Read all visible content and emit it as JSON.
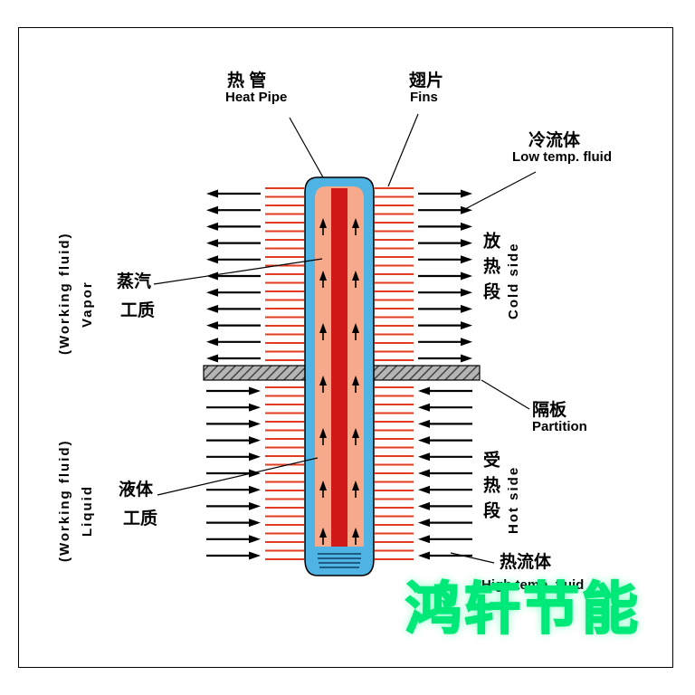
{
  "labels": {
    "heat_pipe": {
      "zh": "热 管",
      "en": "Heat Pipe"
    },
    "fins": {
      "zh": "翅片",
      "en": "Fins"
    },
    "cold_fluid": {
      "zh": "冷流体",
      "en": "Low temp. fluid"
    },
    "vapor": {
      "zh_line1": "蒸汽",
      "zh_line2": "工质",
      "en": "Vapor",
      "en_sub": "(Working fluid)"
    },
    "liquid": {
      "zh_line1": "液体",
      "zh_line2": "工质",
      "en": "Liquid",
      "en_sub": "(Working fluid)"
    },
    "cold_section": {
      "zh": "放热段",
      "en": "Cold side"
    },
    "hot_section": {
      "zh": "受热段",
      "en": "Hot side"
    },
    "partition": {
      "zh": "隔板",
      "en": "Partition"
    },
    "hot_fluid": {
      "zh": "热流体",
      "en": "High temp. fluid"
    }
  },
  "watermark": "鸿轩节能",
  "colors": {
    "pipe_wall_blue": "#4fb3e3",
    "wick_salmon": "#f7a98c",
    "vapor_core_red": "#d01818",
    "fin_red": "#e23b22",
    "partition_gray": "#b5b5b5",
    "arrow_black": "#000000",
    "pool_line_blue": "#0d3f66",
    "watermark_green": "#00e878"
  }
}
